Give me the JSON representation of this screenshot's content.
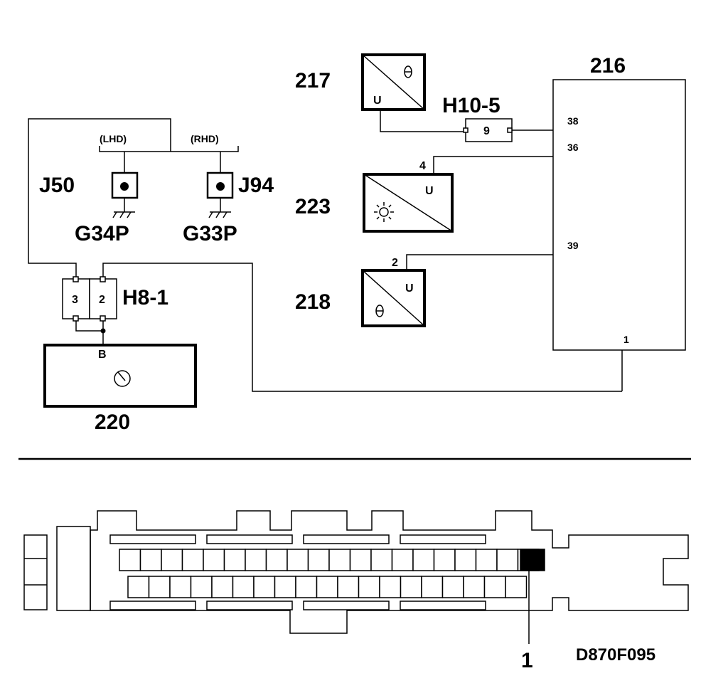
{
  "components": {
    "c216": "216",
    "c217": "217",
    "c223": "223",
    "c218": "218",
    "c220": "220"
  },
  "connectors": {
    "h10_5": "H10-5",
    "h10_5_pin": "9",
    "h8_1": "H8-1",
    "h8_1_pin_a": "3",
    "h8_1_pin_b": "2",
    "j50": "J50",
    "j94": "J94"
  },
  "grounds": {
    "g34p": "G34P",
    "g33p": "G33P"
  },
  "variants": {
    "lhd": "(LHD)",
    "rhd": "(RHD)"
  },
  "pins": {
    "p38": "38",
    "p36": "36",
    "p39": "39",
    "p1": "1",
    "p4": "4",
    "p2": "2",
    "pB": "B"
  },
  "symbols": {
    "u": "U"
  },
  "connector_view": {
    "callout": "1"
  },
  "drawing_code": "D870F095"
}
